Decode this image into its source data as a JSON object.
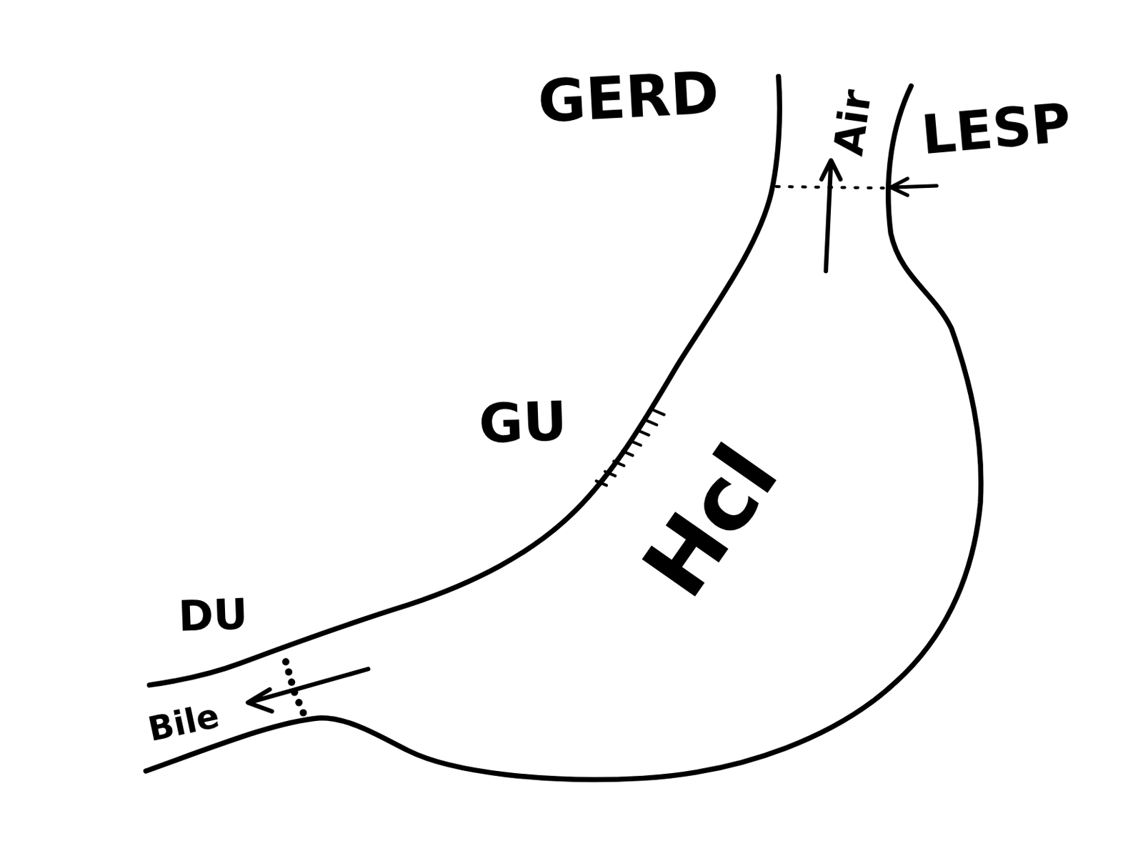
{
  "diagram": {
    "labels": [
      "GERD",
      "Air",
      "LESP",
      "GU",
      "Hcl",
      "DU",
      "Bile"
    ]
  }
}
